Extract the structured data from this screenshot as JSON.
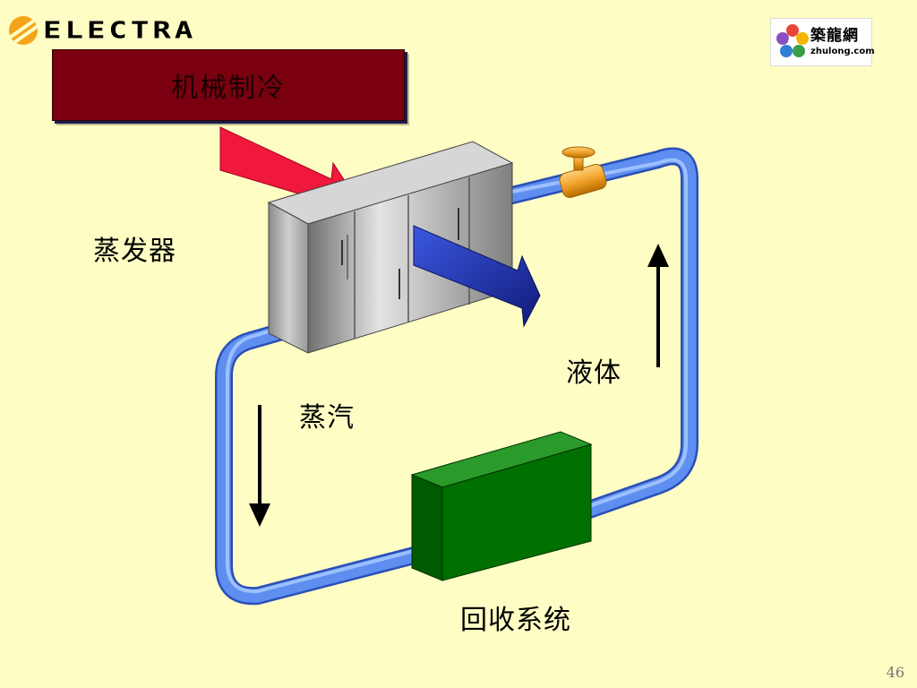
{
  "header": {
    "logo_text": "ELECTRA",
    "title": "机械制冷"
  },
  "brand": {
    "name_cn": "築龍網",
    "url": "zhulong.com"
  },
  "labels": {
    "evaporator": "蒸发器",
    "vapor": "蒸汽",
    "liquid": "液体",
    "recovery": "回收系统"
  },
  "colors": {
    "background": "#fdfdc4",
    "title_box": "#7a0010",
    "pipe": "#5e8ff0",
    "recovery_unit": "#007000",
    "valve": "#f2a22a",
    "heat_in_arrow": "#f0183c",
    "heat_out_arrow": "#1c2ea8"
  },
  "footer": {
    "page_number": "46"
  }
}
